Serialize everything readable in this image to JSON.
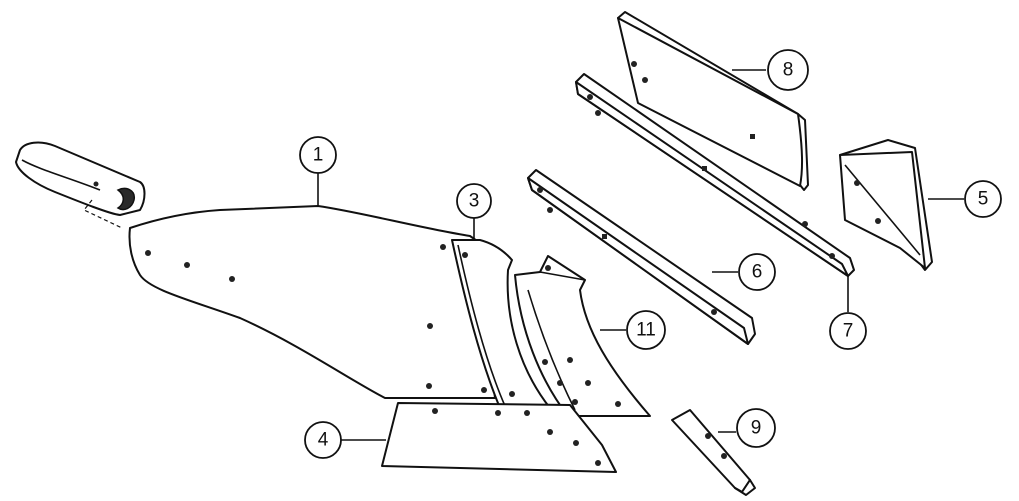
{
  "callouts": [
    {
      "id": "1",
      "label": "1"
    },
    {
      "id": "3",
      "label": "3"
    },
    {
      "id": "4",
      "label": "4"
    },
    {
      "id": "5",
      "label": "5"
    },
    {
      "id": "6",
      "label": "6"
    },
    {
      "id": "7",
      "label": "7"
    },
    {
      "id": "8",
      "label": "8"
    },
    {
      "id": "9",
      "label": "9"
    },
    {
      "id": "11",
      "label": "11"
    }
  ],
  "colors": {
    "line": "#111111",
    "background": "#ffffff"
  }
}
